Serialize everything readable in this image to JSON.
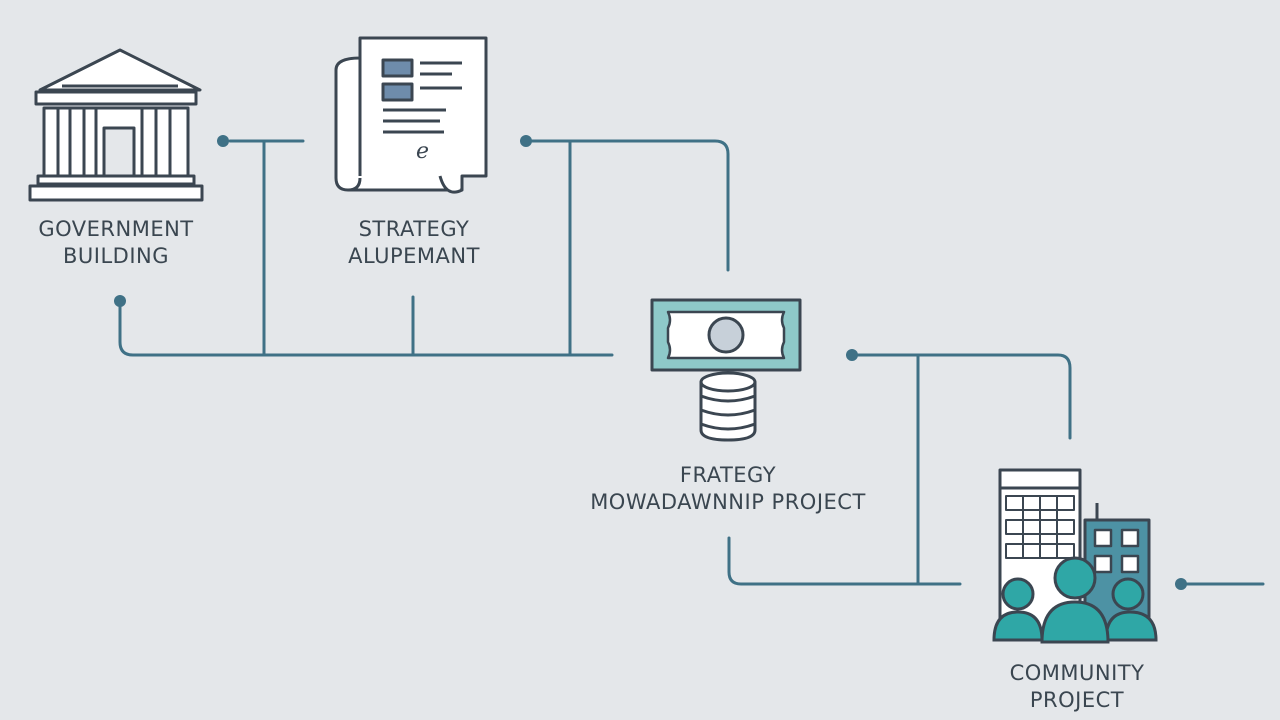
{
  "nodes": {
    "government": {
      "line1": "GOVERNMENT",
      "line2": "BUILDING"
    },
    "strategy": {
      "line1": "STRATEGY",
      "line2": "ALUPEMANT",
      "document_glyph": "e"
    },
    "money": {
      "line1": "FRATEGY",
      "line2": "MOWADAWNNIP PROJECT"
    },
    "community": {
      "line1": "COMMUNITY",
      "line2": "PROJECT"
    }
  },
  "colors": {
    "background": "#e4e7ea",
    "connector": "#3f7186",
    "outline": "#3b4651",
    "accent_teal": "#2fa7a6",
    "accent_blue": "#6e8cab"
  },
  "icons": [
    "government-building-icon",
    "strategy-document-icon",
    "money-stack-icon",
    "community-buildings-icon",
    "people-icon"
  ]
}
